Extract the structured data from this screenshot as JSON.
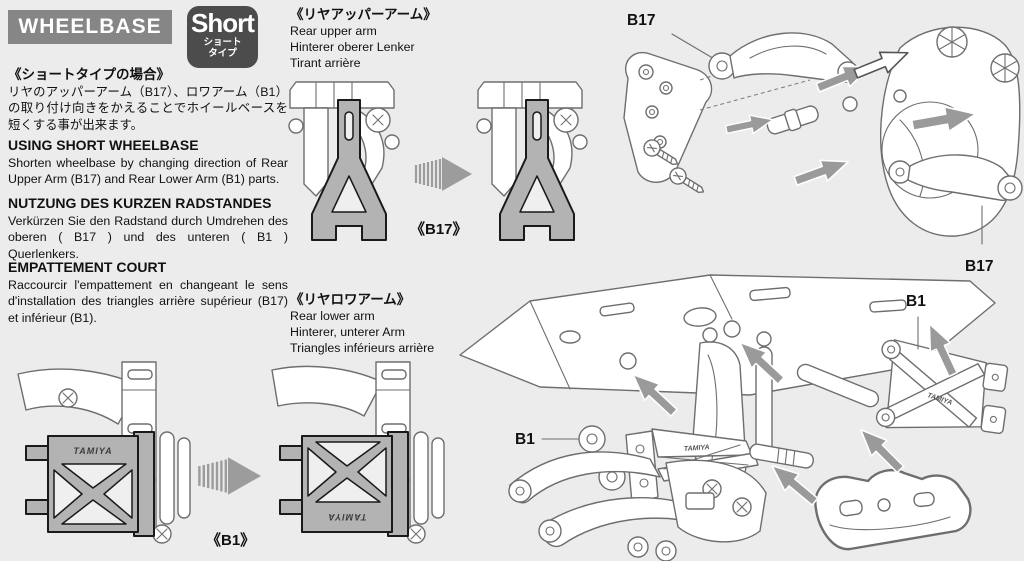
{
  "header": {
    "title": "WHEELBASE",
    "badge": {
      "label": "Short",
      "subtitle_line1": "ショート",
      "subtitle_line2": "タイプ"
    }
  },
  "instructions": {
    "japanese": {
      "title": "《ショートタイプの場合》",
      "body": "リヤのアッパーアーム（B17）、ロワアーム（B1）の取り付け向きをかえることでホイールベースを短くする事が出来ます。"
    },
    "english": {
      "title": "USING SHORT WHEELBASE",
      "body": "Shorten wheelbase by changing direction of Rear Upper Arm (B17) and Rear Lower Arm (B1) parts."
    },
    "german": {
      "title": "NUTZUNG DES KURZEN RADSTANDES",
      "body": "Verkürzen Sie den Radstand durch Umdrehen des oberen ( B17 ) und des unteren ( B1 ) Querlenkers."
    },
    "french": {
      "title": "EMPATTEMENT COURT",
      "body": "Raccourcir l'empattement en changeant le sens d'installation des triangles arrière supérieur (B17) et inférieur (B1)."
    }
  },
  "upper_arm": {
    "title_jp": "《リヤアッパーアーム》",
    "title_en": "Rear upper arm",
    "title_de": "Hinterer oberer Lenker",
    "title_fr": "Tirant arrière",
    "caption": "《B17》"
  },
  "lower_arm": {
    "title_jp": "《リヤロワアーム》",
    "title_en": "Rear lower arm",
    "title_de": "Hinterer, unterer Arm",
    "title_fr": "Triangles inférieurs arrière",
    "caption": "《B1》"
  },
  "part_labels": {
    "upper_top": "B17",
    "upper_bottom": "B17",
    "lower_top": "B1",
    "lower_bottom": "B1"
  },
  "part_logo": "TAMIYA",
  "colors": {
    "background": "#ececec",
    "header_bg": "#868686",
    "badge_bg": "#4c4c4c",
    "part_fill": "#b3b3b3",
    "arrow": "#9c9c9c",
    "line_art": "#6e6e6e"
  }
}
